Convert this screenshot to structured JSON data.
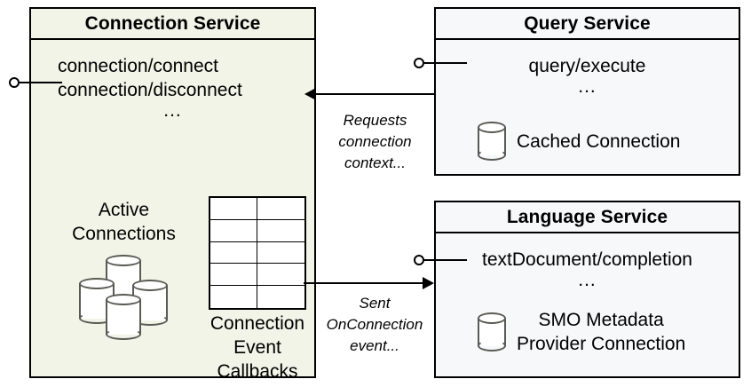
{
  "diagram": {
    "components": {
      "connection_service": {
        "title": "Connection Service",
        "endpoints": [
          "connection/connect",
          "connection/disconnect"
        ],
        "ellipsis": "...",
        "store_label_line1": "Active",
        "store_label_line2": "Connections",
        "store_icon": "database-cluster-icon",
        "table_icon": "table-grid-icon",
        "table_rows": 5,
        "table_columns": 2,
        "table_label_line1": "Connection",
        "table_label_line2": "Event",
        "table_label_line3": "Callbacks",
        "fill_color": "#f2f4e8",
        "border_color": "#000000"
      },
      "query_service": {
        "title": "Query Service",
        "endpoints": [
          "query/execute"
        ],
        "ellipsis": "...",
        "store_icon": "database-icon",
        "store_label": "Cached Connection",
        "fill_color": "#f7f8fa",
        "border_color": "#000000"
      },
      "language_service": {
        "title": "Language Service",
        "endpoints": [
          "textDocument/completion"
        ],
        "ellipsis": "...",
        "store_icon": "database-icon",
        "store_label_line1": "SMO Metadata",
        "store_label_line2": "Provider Connection",
        "fill_color": "#f7f8fa",
        "border_color": "#000000"
      }
    },
    "connectors": {
      "query_to_connection": {
        "label_line1": "Requests",
        "label_line2": "connection",
        "label_line3": "context...",
        "direction": "left"
      },
      "connection_to_language": {
        "label_line1": "Sent",
        "label_line2": "OnConnection",
        "label_line3": "event...",
        "direction": "right"
      }
    },
    "interfaces": {
      "connection_service_lollipop": "provided-interface-lollipop",
      "query_service_lollipop": "provided-interface-lollipop",
      "language_service_lollipop": "provided-interface-lollipop"
    }
  }
}
